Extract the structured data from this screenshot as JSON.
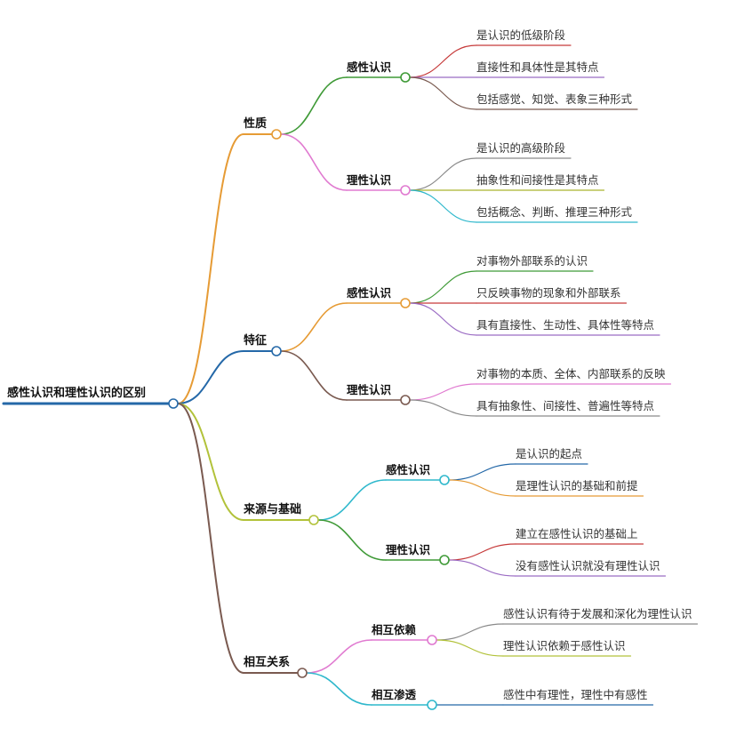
{
  "root": {
    "label": "感性认识和理性认识的区别"
  },
  "branches": [
    {
      "label": "性质",
      "color": "#e69b35",
      "children": [
        {
          "label": "感性认识",
          "color": "#3f9a37",
          "leaves": [
            {
              "label": "是认识的低级阶段",
              "color": "#c63a3a"
            },
            {
              "label": "直接性和具体性是其特点",
              "color": "#9b6cc4"
            },
            {
              "label": "包括感觉、知觉、表象三种形式",
              "color": "#7a5a50"
            }
          ]
        },
        {
          "label": "理性认识",
          "color": "#e07ad0",
          "leaves": [
            {
              "label": "是认识的高级阶段",
              "color": "#8a8a8a"
            },
            {
              "label": "抽象性和间接性是其特点",
              "color": "#a9b52e"
            },
            {
              "label": "包括概念、判断、推理三种形式",
              "color": "#2fb8cc"
            }
          ]
        }
      ]
    },
    {
      "label": "特征",
      "color": "#2468a8",
      "children": [
        {
          "label": "感性认识",
          "color": "#e69b35",
          "leaves": [
            {
              "label": "对事物外部联系的认识",
              "color": "#3f9a37"
            },
            {
              "label": "只反映事物的现象和外部联系",
              "color": "#c63a3a"
            },
            {
              "label": "具有直接性、生动性、具体性等特点",
              "color": "#9b6cc4"
            }
          ]
        },
        {
          "label": "理性认识",
          "color": "#7a5a50",
          "leaves": [
            {
              "label": "对事物的本质、全体、内部联系的反映",
              "color": "#e07ad0"
            },
            {
              "label": "具有抽象性、间接性、普遍性等特点",
              "color": "#8a8a8a"
            }
          ]
        }
      ]
    },
    {
      "label": "来源与基础",
      "color": "#b2c23a",
      "children": [
        {
          "label": "感性认识",
          "color": "#2fb8cc",
          "leaves": [
            {
              "label": "是认识的起点",
              "color": "#2468a8"
            },
            {
              "label": "是理性认识的基础和前提",
              "color": "#e69b35"
            }
          ]
        },
        {
          "label": "理性认识",
          "color": "#3f9a37",
          "leaves": [
            {
              "label": "建立在感性认识的基础上",
              "color": "#c63a3a"
            },
            {
              "label": "没有感性认识就没有理性认识",
              "color": "#9b6cc4"
            }
          ]
        }
      ]
    },
    {
      "label": "相互关系",
      "color": "#7a5a50",
      "children": [
        {
          "label": "相互依赖",
          "color": "#e07ad0",
          "leaves": [
            {
              "label": "感性认识有待于发展和深化为理性认识",
              "color": "#8a8a8a"
            },
            {
              "label": "理性认识依赖于感性认识",
              "color": "#b2c23a"
            }
          ]
        },
        {
          "label": "相互渗透",
          "color": "#2fb8cc",
          "leaves": [
            {
              "label": "感性中有理性，理性中有感性",
              "color": "#2468a8"
            }
          ]
        }
      ]
    }
  ]
}
